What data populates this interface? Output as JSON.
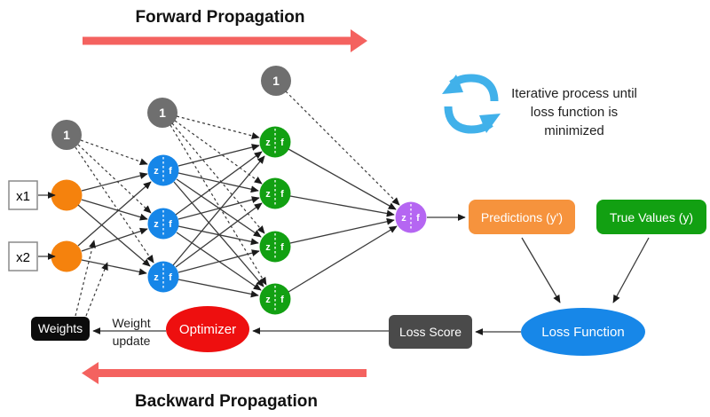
{
  "titles": {
    "forward": "Forward Propagation",
    "backward": "Backward Propagation"
  },
  "iterative_note": {
    "line1": "Iterative process until",
    "line2": "loss function is",
    "line3": "minimized"
  },
  "network": {
    "inputs": [
      {
        "label": "x1"
      },
      {
        "label": "x2"
      }
    ],
    "bias_label": "1",
    "node_labels": {
      "z": "z",
      "f": "f"
    }
  },
  "boxes": {
    "predictions": "Predictions (y')",
    "true_values": "True Values (y)",
    "loss_function": "Loss Function",
    "loss_score": "Loss Score",
    "optimizer": "Optimizer",
    "weights": "Weights",
    "weight_update_line1": "Weight",
    "weight_update_line2": "update"
  },
  "colors": {
    "arrow_red": "#F4625F",
    "bias_gray": "#6F6F6F",
    "input_orange": "#F5820D",
    "hidden_blue": "#1686E8",
    "hidden_green": "#12A012",
    "output_purple": "#B566F2",
    "predictions_bg": "#F6933D",
    "true_values_bg": "#12A012",
    "loss_fn_bg": "#1787E8",
    "loss_score_bg": "#4A4A4A",
    "optimizer_bg": "#EE0F0F",
    "weights_bg": "#0C0C0C",
    "icon_blue": "#41B1EA"
  }
}
